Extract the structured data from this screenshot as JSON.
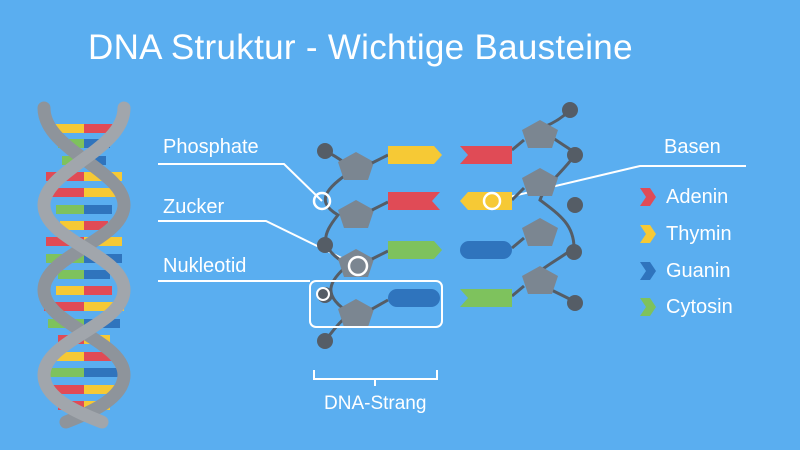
{
  "title": "DNA Struktur - Wichtige Bausteine",
  "labels": {
    "phosphate": "Phosphate",
    "zucker": "Zucker",
    "nukleotid": "Nukleotid",
    "basen": "Basen",
    "strang": "DNA-Strang"
  },
  "legend": [
    {
      "name": "Adenin",
      "color": "#e04b56"
    },
    {
      "name": "Thymin",
      "color": "#f6c935"
    },
    {
      "name": "Guanin",
      "color": "#2f74bd"
    },
    {
      "name": "Cytosin",
      "color": "#7ec25d"
    }
  ],
  "colors": {
    "background": "#5aaef0",
    "sugar": "#7b8691",
    "phosphate": "#555d66",
    "helix_backbone": "#8e949b"
  }
}
